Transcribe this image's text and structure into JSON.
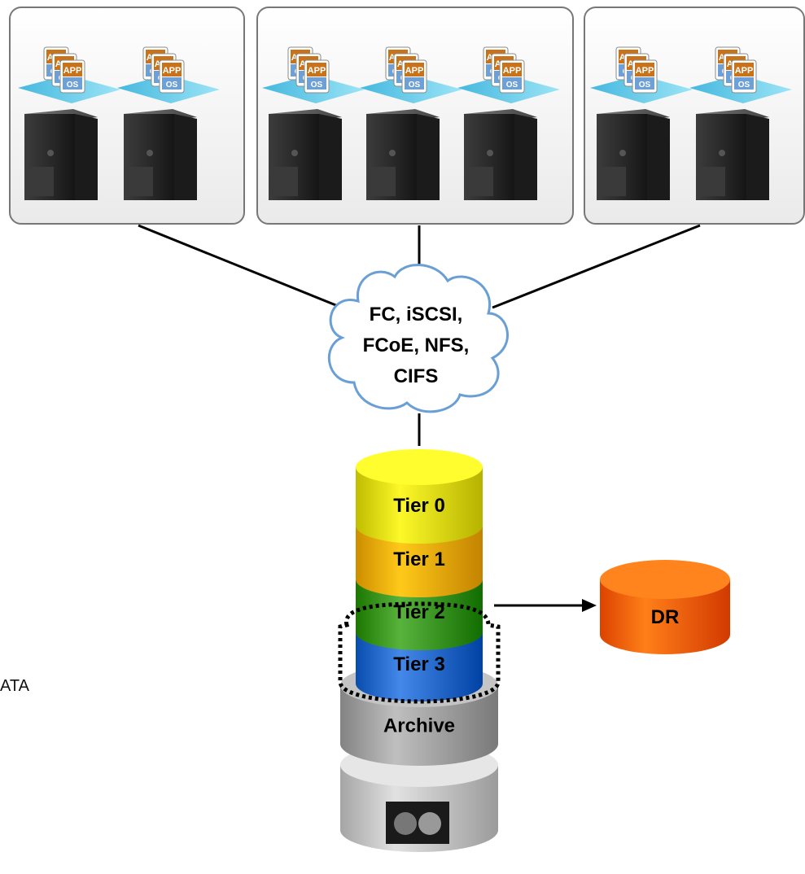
{
  "server_groups": [
    {
      "servers": [
        {
          "vms": [
            {
              "app": "APP",
              "os": "OS"
            },
            {
              "app": "APP",
              "os": "OS"
            },
            {
              "app": "APP",
              "os": "OS"
            }
          ]
        },
        {
          "vms": [
            {
              "app": "APP",
              "os": "OS"
            },
            {
              "app": "APP",
              "os": "OS"
            },
            {
              "app": "APP",
              "os": "OS"
            }
          ]
        }
      ]
    },
    {
      "servers": [
        {
          "vms": [
            {
              "app": "APP",
              "os": "OS"
            },
            {
              "app": "APP",
              "os": "OS"
            },
            {
              "app": "APP",
              "os": "OS"
            }
          ]
        },
        {
          "vms": [
            {
              "app": "APP",
              "os": "OS"
            },
            {
              "app": "APP",
              "os": "OS"
            },
            {
              "app": "APP",
              "os": "OS"
            }
          ]
        },
        {
          "vms": [
            {
              "app": "APP",
              "os": "OS"
            },
            {
              "app": "APP",
              "os": "OS"
            },
            {
              "app": "APP",
              "os": "OS"
            }
          ]
        }
      ]
    },
    {
      "servers": [
        {
          "vms": [
            {
              "app": "APP",
              "os": "OS"
            },
            {
              "app": "APP",
              "os": "OS"
            },
            {
              "app": "APP",
              "os": "OS"
            }
          ]
        },
        {
          "vms": [
            {
              "app": "APP",
              "os": "OS"
            },
            {
              "app": "APP",
              "os": "OS"
            },
            {
              "app": "APP",
              "os": "OS"
            }
          ]
        }
      ]
    }
  ],
  "network_cloud": {
    "lines": [
      "FC, iSCSI,",
      "FCoE, NFS,",
      "CIFS"
    ]
  },
  "tiers": [
    {
      "label": "Tier 0",
      "color": "#e3df10"
    },
    {
      "label": "Tier 1",
      "color": "#f0b000"
    },
    {
      "label": "Tier 2",
      "color": "#3f9a24"
    },
    {
      "label": "Tier 3",
      "color": "#2b6fd0"
    },
    {
      "label": "Archive",
      "color": "#a6a6a6"
    }
  ],
  "tape_library": {
    "label": ""
  },
  "dr": {
    "label": "DR",
    "color": "#ff6600"
  },
  "side_text": "ATA",
  "colors": {
    "vm_app_header": "#c8731a",
    "vm_os_body": "#6ea0d8",
    "hypervisor_layer": "#6fd0ec",
    "server_body": "#2a2a2a",
    "cloud_outline": "#6a9fd6",
    "group_border": "#777777"
  }
}
